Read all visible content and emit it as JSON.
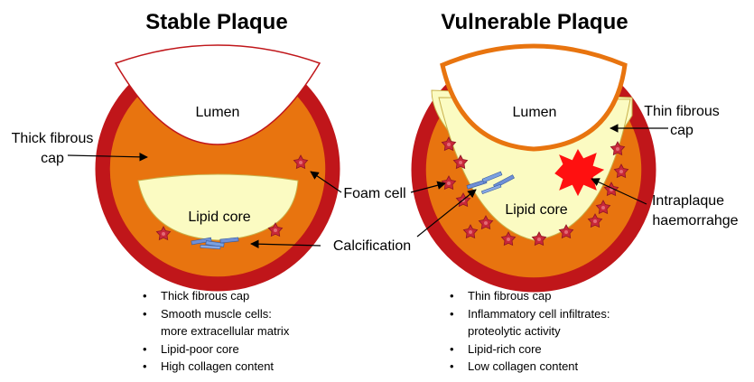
{
  "stable": {
    "title": "Stable Plaque",
    "lumen": "Lumen",
    "lipid_core": "Lipid core",
    "cap_label_line1": "Thick fibrous",
    "cap_label_line2": "cap",
    "bullets": [
      {
        "line1": "Thick fibrous cap",
        "line2": ""
      },
      {
        "line1": "Smooth muscle cells:",
        "line2": "more extracellular matrix"
      },
      {
        "line1": "Lipid-poor core",
        "line2": ""
      },
      {
        "line1": "High collagen content",
        "line2": ""
      }
    ]
  },
  "vulnerable": {
    "title": "Vulnerable Plaque",
    "lumen": "Lumen",
    "lipid_core": "Lipid core",
    "cap_label_line1": "Thin fibrous",
    "cap_label_line2": "cap",
    "haemorrhage_line1": "Intraplaque",
    "haemorrhage_line2": "haemorrahge",
    "bullets": [
      {
        "line1": "Thin fibrous cap",
        "line2": ""
      },
      {
        "line1": "Inflammatory cell infiltrates:",
        "line2": "proteolytic activity"
      },
      {
        "line1": "Lipid-rich core",
        "line2": ""
      },
      {
        "line1": "Low collagen content",
        "line2": ""
      }
    ]
  },
  "shared": {
    "foam_cell": "Foam cell",
    "calcification": "Calcification"
  },
  "colors": {
    "outer_ring": "#c0161a",
    "vessel_orange": "#e8740f",
    "lipid": "#fbfbc2",
    "lumen": "#ffffff",
    "foam_cell": "#c8283a",
    "calcification": "#6f8fd6",
    "haemorrhage": "#ff1010"
  }
}
